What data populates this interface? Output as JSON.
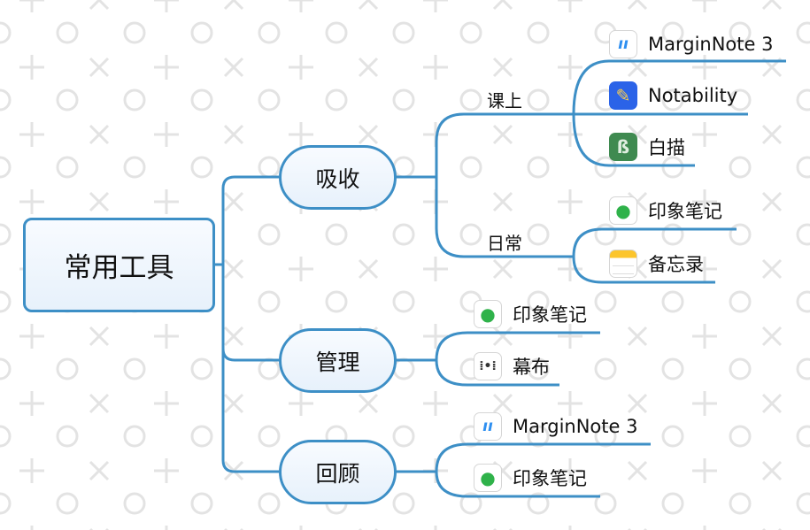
{
  "root": {
    "label": "常用工具"
  },
  "branches": [
    {
      "label": "吸收",
      "groups": [
        {
          "label": "课上",
          "items": [
            {
              "label": "MarginNote 3",
              "icon": "marginnote-icon"
            },
            {
              "label": "Notability",
              "icon": "notability-icon"
            },
            {
              "label": "白描",
              "icon": "baimiao-icon"
            }
          ]
        },
        {
          "label": "日常",
          "items": [
            {
              "label": "印象笔记",
              "icon": "evernote-icon"
            },
            {
              "label": "备忘录",
              "icon": "notes-icon"
            }
          ]
        }
      ]
    },
    {
      "label": "管理",
      "items": [
        {
          "label": "印象笔记",
          "icon": "evernote-icon"
        },
        {
          "label": "幕布",
          "icon": "mubu-icon"
        }
      ]
    },
    {
      "label": "回顾",
      "items": [
        {
          "label": "MarginNote 3",
          "icon": "marginnote-icon"
        },
        {
          "label": "印象笔记",
          "icon": "evernote-icon"
        }
      ]
    }
  ],
  "colors": {
    "line": "#3d8fc6",
    "pattern": "#e3e3e3"
  }
}
